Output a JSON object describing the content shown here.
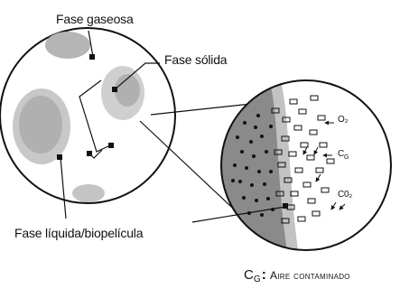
{
  "labels": {
    "gas_phase": "Fase gaseosa",
    "solid_phase": "Fase sólida",
    "liquid_phase": "Fase líquida/biopelícula",
    "o2": "O₂",
    "cg": "C_G",
    "co2": "C0₂"
  },
  "legend": {
    "symbol": "C",
    "symbol_sub": "G",
    "separator": ":",
    "text": "Aire contaminado"
  },
  "colors": {
    "outline": "#111111",
    "particle_fill": "#b8b8b8",
    "biofilm_fill": "#8a8a8a",
    "solid_fill": "#e6e6e6",
    "background": "#ffffff"
  }
}
